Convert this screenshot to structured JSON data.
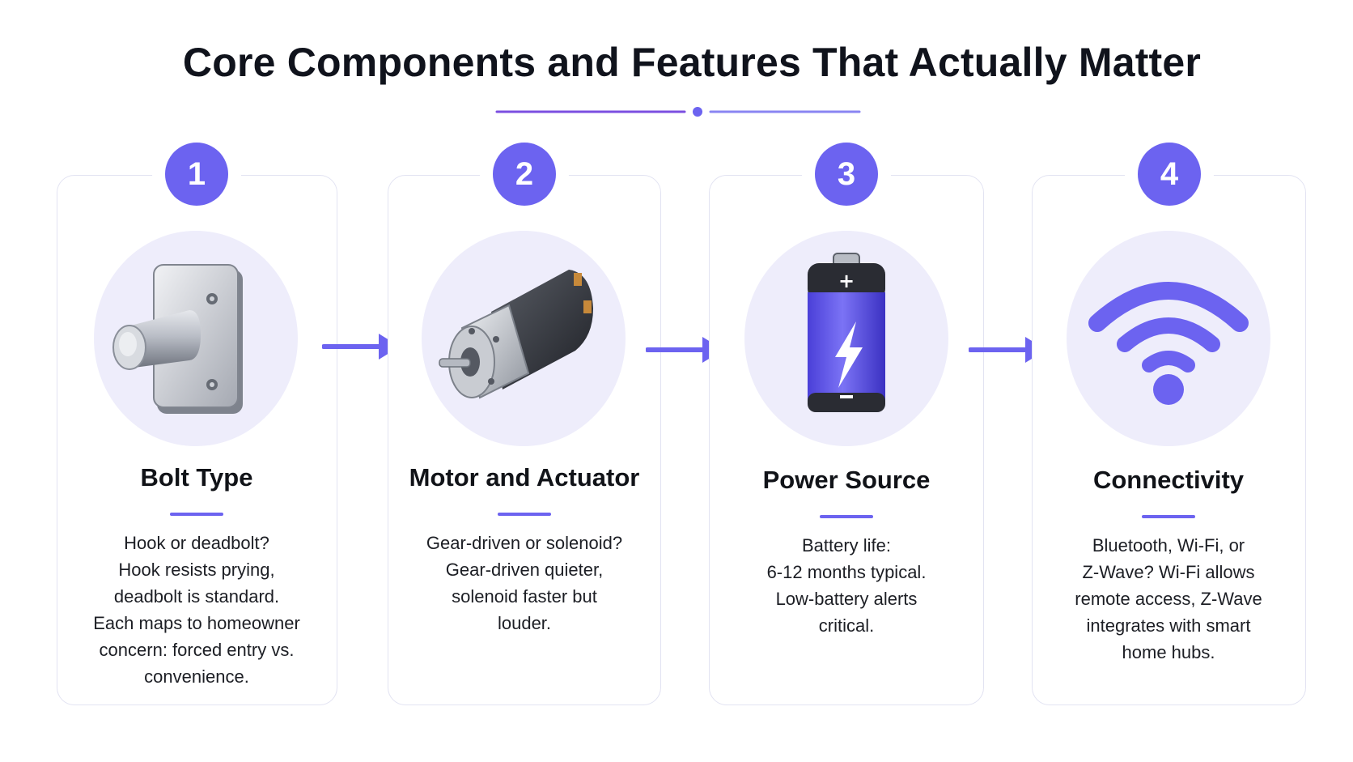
{
  "title": "Core Components and Features That Actually Matter",
  "accent_color": "#6c63f0",
  "halo_color": "#eeedfb",
  "cards": [
    {
      "number": "1",
      "title": "Bolt Type",
      "icon": "bolt-mechanism-icon",
      "lines": [
        "Hook or deadbolt?",
        "Hook resists prying,",
        "deadbolt is standard.",
        "Each maps to homeowner",
        "concern: forced entry vs.",
        "convenience."
      ]
    },
    {
      "number": "2",
      "title": "Motor and Actuator",
      "icon": "motor-icon",
      "lines": [
        "Gear-driven or solenoid?",
        "Gear-driven quieter,",
        "solenoid faster but",
        "louder."
      ]
    },
    {
      "number": "3",
      "title": "Power Source",
      "icon": "battery-icon",
      "lines": [
        "Battery life:",
        "6-12 months typical.",
        "Low-battery alerts",
        "critical."
      ]
    },
    {
      "number": "4",
      "title": "Connectivity",
      "icon": "wifi-icon",
      "lines": [
        "Bluetooth, Wi-Fi, or",
        "Z-Wave? Wi-Fi allows",
        "remote access, Z-Wave",
        "integrates with smart",
        "home hubs."
      ]
    }
  ]
}
